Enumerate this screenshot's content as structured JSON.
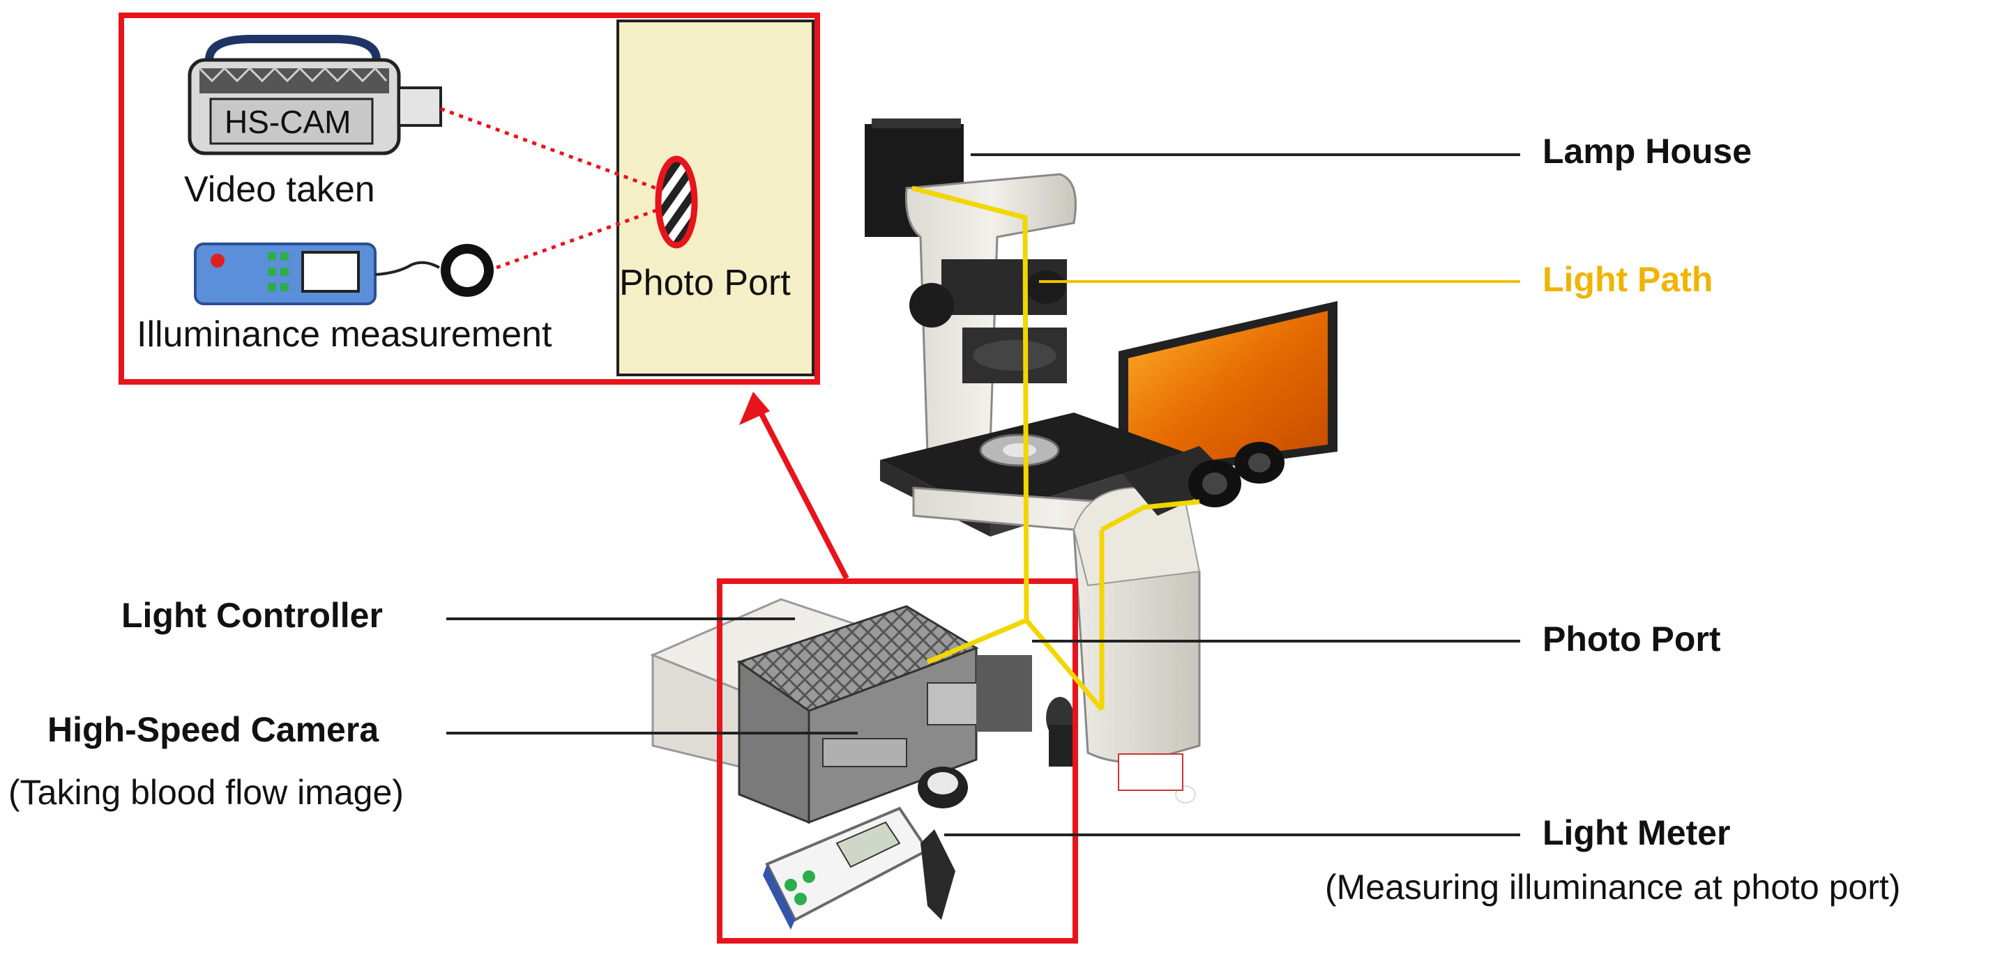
{
  "inset": {
    "camera_label": "HS-CAM",
    "video_caption": "Video taken",
    "illuminance_caption": "Illuminance measurement",
    "port_label": "Photo Port"
  },
  "labels": {
    "lamp_house": "Lamp House",
    "light_path": "Light Path",
    "light_controller": "Light Controller",
    "photo_port": "Photo Port",
    "high_speed_camera": "High-Speed Camera",
    "high_speed_camera_note": "(Taking blood flow image)",
    "light_meter": "Light Meter",
    "light_meter_note": "(Measuring illuminance at photo port)"
  },
  "colors": {
    "highlight_box": "#e8141c",
    "light_path": "#f2d600",
    "light_path_text": "#f0b400",
    "port_panel": "#f4efc6",
    "device_blue": "#5b8fd9",
    "camera_gray": "#cfcfcf"
  }
}
